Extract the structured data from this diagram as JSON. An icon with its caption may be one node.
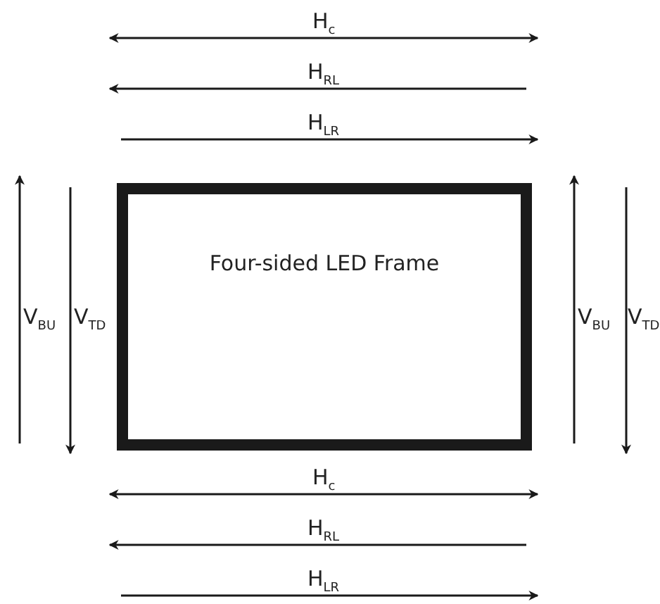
{
  "diagram": {
    "nodes": [
      {
        "text": [
          "Four-sided LED Frame"
        ]
      }
    ],
    "labels": [
      "H$_{c}$",
      "H$_{RL}$",
      "H$_{LR}$",
      "V$_{BU}$",
      "V$_{TD}$",
      "V$_{BU}$",
      "V$_{TD}$",
      "H$_{c}$",
      "H$_{RL}$",
      "H$_{LR}$"
    ]
  }
}
